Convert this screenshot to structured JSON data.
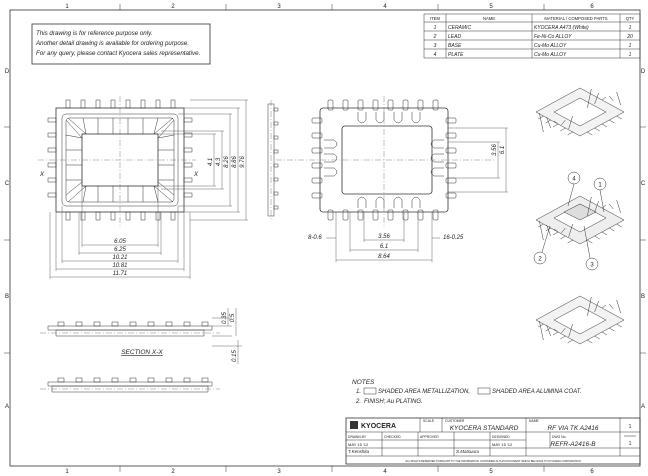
{
  "grid": {
    "columns": [
      "1",
      "2",
      "3",
      "4",
      "5",
      "6"
    ],
    "rows": [
      "D",
      "C",
      "B",
      "A"
    ]
  },
  "disclaimer": [
    "This drawing is for reference purpose only.",
    "Another detail drawing is available for ordering purpose.",
    "For any query, please contact Kyocera sales representative."
  ],
  "bom": {
    "headers": [
      "ITEM",
      "NAME",
      "MATERIAL / COMPOSED PARTS",
      "QTY"
    ],
    "rows": [
      {
        "item": "1",
        "name": "CERAMIC",
        "material": "KYOCERA A473 (White)",
        "qty": "1"
      },
      {
        "item": "2",
        "name": "LEAD",
        "material": "Fe-Ni-Co ALLOY",
        "qty": "20"
      },
      {
        "item": "3",
        "name": "BASE",
        "material": "Cu-Mo ALLOY",
        "qty": "1"
      },
      {
        "item": "4",
        "name": "PLATE",
        "material": "Cu-Mo ALLOY",
        "qty": "1"
      }
    ]
  },
  "dimensions": {
    "top_view": {
      "widths": [
        "6.05",
        "6.25",
        "10.21",
        "10.81",
        "11.71"
      ],
      "heights": [
        "4.1",
        "4.3",
        "8.26",
        "8.86",
        "9.76"
      ],
      "section_marker": "X"
    },
    "side_view": {
      "right": [
        "3.56",
        "6.1"
      ],
      "bottom": [
        "8-0.6",
        "3.56",
        "16-0.25",
        "6.1",
        "8.64"
      ]
    },
    "section": {
      "label": "SECTION X-X",
      "values": [
        "0.35",
        "0.5",
        "0.15"
      ]
    }
  },
  "balloons": [
    "1",
    "2",
    "3",
    "4"
  ],
  "notes": {
    "title": "NOTES",
    "items": [
      {
        "prefix": "1.",
        "text_a": "SHADED AREA METALLIZATION,",
        "text_b": "SHADED AREA ALUMINA COAT."
      },
      {
        "prefix": "2.",
        "text_a": "FINISH; Au PLATING.",
        "text_b": ""
      }
    ]
  },
  "title_block": {
    "logo": "KYOCERA",
    "scale_label": "SCALE",
    "customer_label": "CUSTOMER",
    "customer": "KYOCERA STANDARD",
    "name_label": "NAME",
    "name": "RF VIA TK A2416",
    "drawn_label": "DRAWN BY",
    "drawn_date": "MAY 15 '12",
    "checked_label": "CHECKED",
    "approved_label": "APPROVED",
    "designed_label": "DESIGNED",
    "designed_date": "MAY 15 '12",
    "drawn_by": "T.Kenshita",
    "designer": "S.Matsuura",
    "dwg_label": "DWG No.",
    "dwg_no": "REFR-A2416-B",
    "sheet_no": "1",
    "sheet_total": "1",
    "footer": "ALL RIGHTS RESERVED PURSUANT TO THE INFORMATION CONTAINED IN THIS DOCUMENT WHICH BELONGS TO KYOCERA CORPORATION"
  }
}
